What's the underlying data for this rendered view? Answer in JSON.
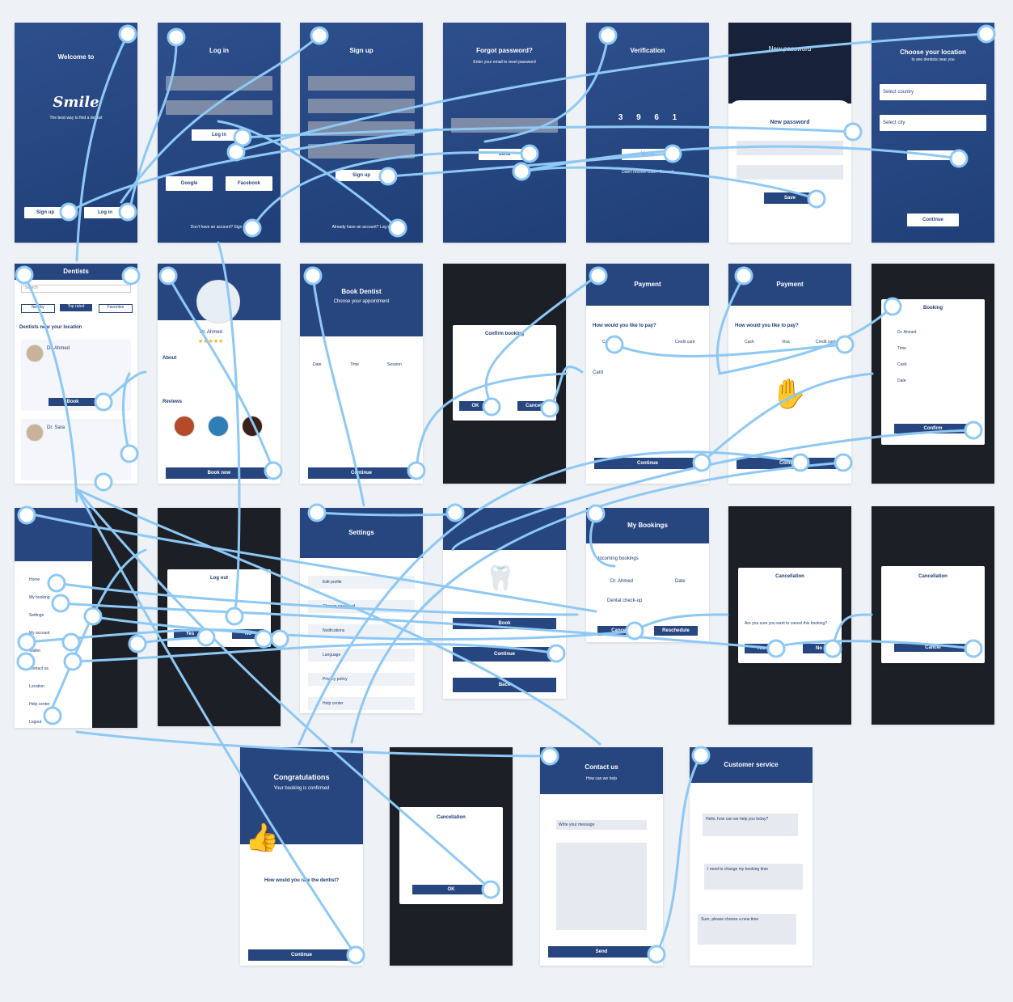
{
  "screens": {
    "welcome": {
      "title": "Welcome to",
      "logo": "Smile",
      "tagline": "The best way to find a dentist",
      "btn_left": "Sign up",
      "btn_right": "Log in"
    },
    "login": {
      "title": "Log in",
      "btn": "Log in",
      "google": "Google",
      "facebook": "Facebook",
      "footer": "Don't have an account? Sign up"
    },
    "signup": {
      "title": "Sign up",
      "btn": "Sign up",
      "footer": "Already have an account? Log in"
    },
    "forgot": {
      "title": "Forgot password?",
      "subtitle": "Enter your email to reset password",
      "btn": "Send"
    },
    "verify": {
      "title": "Verification",
      "digits": [
        "3",
        "9",
        "6",
        "1"
      ],
      "btn": "Verify",
      "footer": "Didn't receive code? Resend"
    },
    "newpass": {
      "title": "New password",
      "card_title": "New password",
      "btn": "Save"
    },
    "choose": {
      "title": "Choose your location",
      "subtitle": "to see dentists near you",
      "select1": "Select country",
      "select2": "Select city",
      "btn": "Continue"
    },
    "list": {
      "title": "Dentists",
      "search": "Search",
      "tab1": "Nearby",
      "tab2": "Top rated",
      "tab3": "Favorites",
      "section": "Dentists near your location",
      "doc1": "Dr. Ahmed",
      "doc2": "Dr. Sara",
      "btn": "Book"
    },
    "profile": {
      "name": "Dr. Ahmed",
      "stars": "★★★★★",
      "about": "About",
      "reviews": "Reviews",
      "btn": "Book now"
    },
    "book": {
      "title": "Book Dentist",
      "subtitle": "Choose your appointment",
      "col1": "Date",
      "col2": "Time",
      "col3": "Session",
      "btn": "Continue"
    },
    "dlg_book": {
      "card_title": "Confirm booking",
      "ok": "OK",
      "cancel": "Cancel"
    },
    "payment": {
      "title": "Payment",
      "question": "How would you like to pay?",
      "opt1": "Cash",
      "opt2": "Credit card",
      "card_label": "Card",
      "btn": "Continue"
    },
    "payment2": {
      "title": "Payment",
      "question": "How would you like to pay?",
      "opt1": "Cash",
      "opt2": "Visa",
      "opt3": "Credit card",
      "btn": "Continue"
    },
    "summary": {
      "title": "Summary",
      "card_title": "Booking",
      "row1": "Dr. Ahmed",
      "row2": "Time",
      "row3": "Cash",
      "row4": "Date",
      "btn": "Confirm"
    },
    "menu": {
      "items": [
        "Home",
        "My booking",
        "Settings",
        "My account",
        "Wallet",
        "Contact us",
        "Location",
        "Help center",
        "Logout"
      ]
    },
    "logout_dlg": {
      "card_title": "Log out",
      "yes": "Yes",
      "no": "No"
    },
    "settings": {
      "title": "Settings",
      "items": [
        "Edit profile",
        "Change password",
        "Notifications",
        "Language",
        "Privacy policy",
        "Help center"
      ]
    },
    "mascot": {
      "btn1": "Book",
      "btn2": "Continue",
      "btn3": "Back"
    },
    "mybooking": {
      "title": "My Bookings",
      "tab": "Upcoming bookings",
      "doc": "Dr. Ahmed",
      "date": "Date",
      "line": "Dental check-up",
      "btn_left": "Cancel",
      "btn_right": "Reschedule"
    },
    "cancel_dlg": {
      "card_title": "Cancellation",
      "yes": "Yes",
      "no": "No",
      "text": "Are you sure you want to cancel this booking?"
    },
    "cancel2": {
      "card_title": "Cancellation",
      "btn": "Cancel"
    },
    "congrats": {
      "title": "Congratulations",
      "subtitle": "Your booking is confirmed",
      "question": "How would you rate the dentist?",
      "btn": "Continue"
    },
    "cancel3": {
      "card_title": "Cancellation",
      "btn": "OK"
    },
    "contact": {
      "title": "Contact us",
      "subtitle": "How can we help",
      "field": "Write your message",
      "btn": "Send"
    },
    "chat": {
      "title": "Customer service",
      "msg1": "Hello, how can we help you today?",
      "msg2": "I need to change my booking time",
      "msg3": "Sure, please choose a new time"
    }
  },
  "colors": {
    "navy": "#27467f",
    "link": "#8ec8f5",
    "bg": "#eef1f6"
  }
}
